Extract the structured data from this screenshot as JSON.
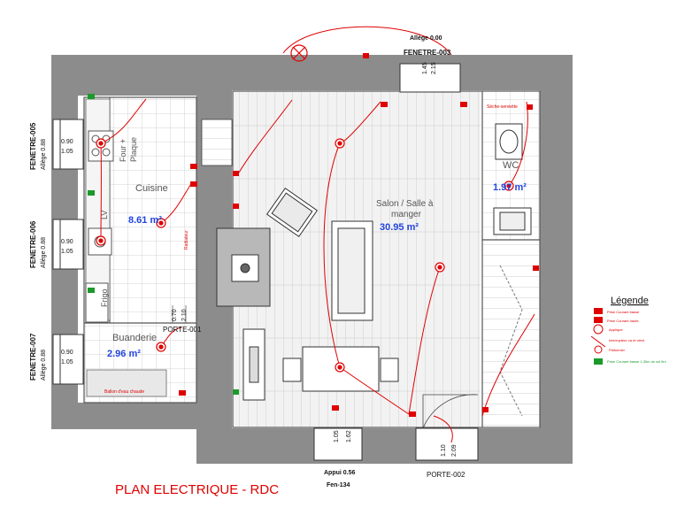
{
  "drawing_title": "PLAN ELECTRIQUE - RDC",
  "rooms": {
    "cuisine": {
      "name": "Cuisine",
      "area": "8.61 m²"
    },
    "salon": {
      "name_line1": "Salon / Salle à",
      "name_line2": "manger",
      "area": "30.95 m²"
    },
    "buanderie": {
      "name": "Buanderie",
      "area": "2.96 m²"
    },
    "wc": {
      "name": "WC",
      "area": "1.97 m²"
    }
  },
  "fixtures": {
    "four": "Four +",
    "plaque": "Plaque",
    "lv": "LV",
    "frigo": "Frigo",
    "ballon": "Ballon d'eau chaude",
    "radiateur": "Radiateur",
    "sechoir": "Sèche-serviette"
  },
  "openings": {
    "f005": {
      "name": "FENETRE-005",
      "allege": "Allège 0.88",
      "w": "0.90",
      "h": "1.05"
    },
    "f006": {
      "name": "FENETRE-006",
      "allege": "Allège 0.88",
      "w": "0.90",
      "h": "1.05"
    },
    "f007": {
      "name": "FENETRE-007",
      "allege": "Allège 0.88",
      "w": "0.90",
      "h": "1.05"
    },
    "f003": {
      "name": "FENETRE-003",
      "allege": "Allège 0.00",
      "w": "1.45",
      "h": "2.15"
    },
    "p001": {
      "name": "PORTE-001",
      "w": "0.70",
      "h": "2.10"
    },
    "p002": {
      "name": "PORTE-002",
      "w": "1.10",
      "h": "2.09"
    },
    "fen134": {
      "name": "Fen-134",
      "appui": "Appui 0.56",
      "w": "1.05",
      "h": "1.62"
    }
  },
  "legend": {
    "title": "Légende",
    "items": [
      "Prise Courant basse",
      "Prise Courant haute",
      "Applique",
      "Interrupteur va et vient",
      "Plafonnier",
      "Prise Courant basse 1,30m du sol fini"
    ]
  },
  "colors": {
    "wall": "#8c8c8c",
    "wiring": "#e00000",
    "label_blue": "#2244dd",
    "outlet_green": "#1a9a2a"
  }
}
